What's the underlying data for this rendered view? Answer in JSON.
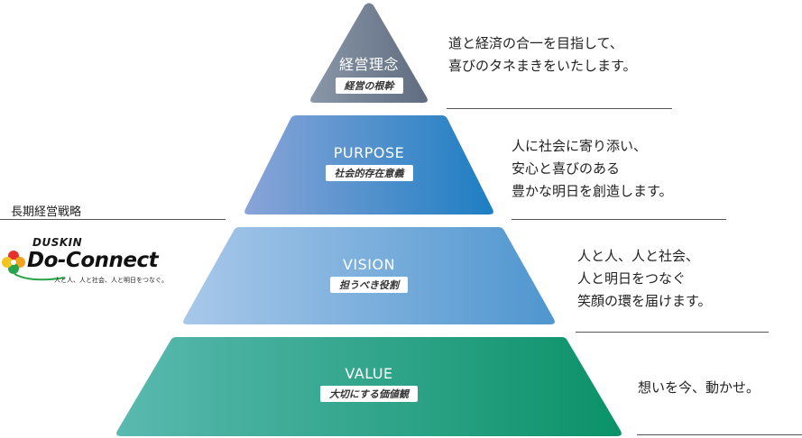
{
  "pyramid": [
    {
      "title": "経営理念",
      "subtitle": "経営の根幹",
      "description": [
        "道と経済の合一を目指して、",
        "喜びのタネまきをいたします。"
      ]
    },
    {
      "title": "PURPOSE",
      "subtitle": "社会的存在意義",
      "description": [
        "人に社会に寄り添い、",
        "安心と喜びのある",
        "豊かな明日を創造します。"
      ]
    },
    {
      "title": "VISION",
      "subtitle": "担うべき役割",
      "description": [
        "人と人、人と社会、",
        "人と明日をつなぐ",
        "笑顔の環を届けます。"
      ]
    },
    {
      "title": "VALUE",
      "subtitle": "大切にする価値観",
      "description": [
        "想いを今、動かせ。"
      ]
    }
  ],
  "side": {
    "title": "長期経営戦略",
    "logo_brand": "DUSKIN",
    "logo_name": "Do-Connect",
    "logo_tagline": "人と人、人と社会、人と明日をつなぐ。"
  },
  "colors": {
    "tier1": [
      "#8a97a8",
      "#5f6c80"
    ],
    "tier2": [
      "#8aa4d8",
      "#1d7ec2"
    ],
    "tier3": [
      "#a8c8ea",
      "#4f96cf"
    ],
    "tier4": [
      "#5ab9b0",
      "#0b9268"
    ]
  }
}
